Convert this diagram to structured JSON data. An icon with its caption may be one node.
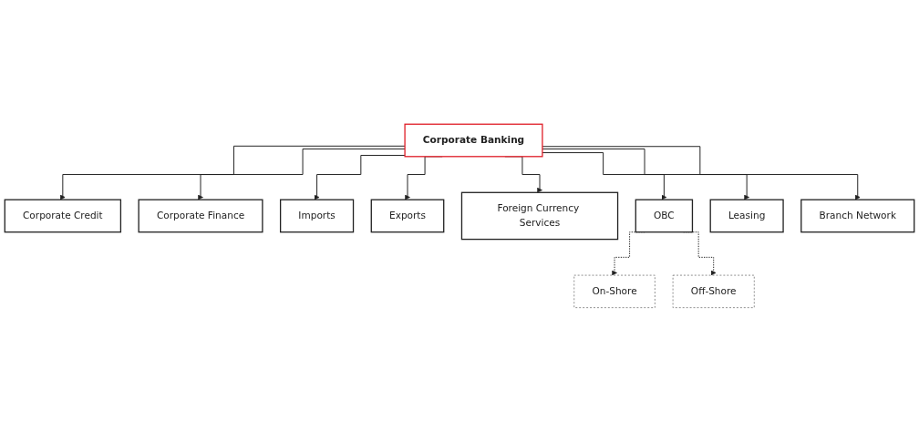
{
  "diagram": {
    "nodes": [
      {
        "text": [
          "Corporate Banking"
        ]
      },
      {
        "text": [
          "Corporate Credit"
        ]
      },
      {
        "text": [
          "Corporate Finance"
        ]
      },
      {
        "text": [
          "Imports"
        ]
      },
      {
        "text": [
          "Exports"
        ]
      },
      {
        "text": [
          "Foreign Currency Services"
        ]
      },
      {
        "text": [
          "OBC"
        ]
      },
      {
        "text": [
          "Leasing"
        ]
      },
      {
        "text": [
          "Branch Network"
        ]
      },
      {
        "text": [
          "On-Shore"
        ]
      },
      {
        "text": [
          "Off-Shore"
        ]
      }
    ],
    "edges": [
      {
        "from": 0,
        "to": 1,
        "arrow": "to"
      },
      {
        "from": 0,
        "to": 2,
        "arrow": "to"
      },
      {
        "from": 0,
        "to": 3,
        "arrow": "to"
      },
      {
        "from": 0,
        "to": 4,
        "arrow": "to"
      },
      {
        "from": 0,
        "to": 5,
        "arrow": "to"
      },
      {
        "from": 0,
        "to": 6,
        "arrow": "to"
      },
      {
        "from": 0,
        "to": 7,
        "arrow": "to"
      },
      {
        "from": 0,
        "to": 8,
        "arrow": "to"
      },
      {
        "from": 6,
        "to": 9,
        "arrow": "to",
        "style": "dashed"
      },
      {
        "from": 6,
        "to": 10,
        "arrow": "to",
        "style": "dashed"
      }
    ]
  }
}
